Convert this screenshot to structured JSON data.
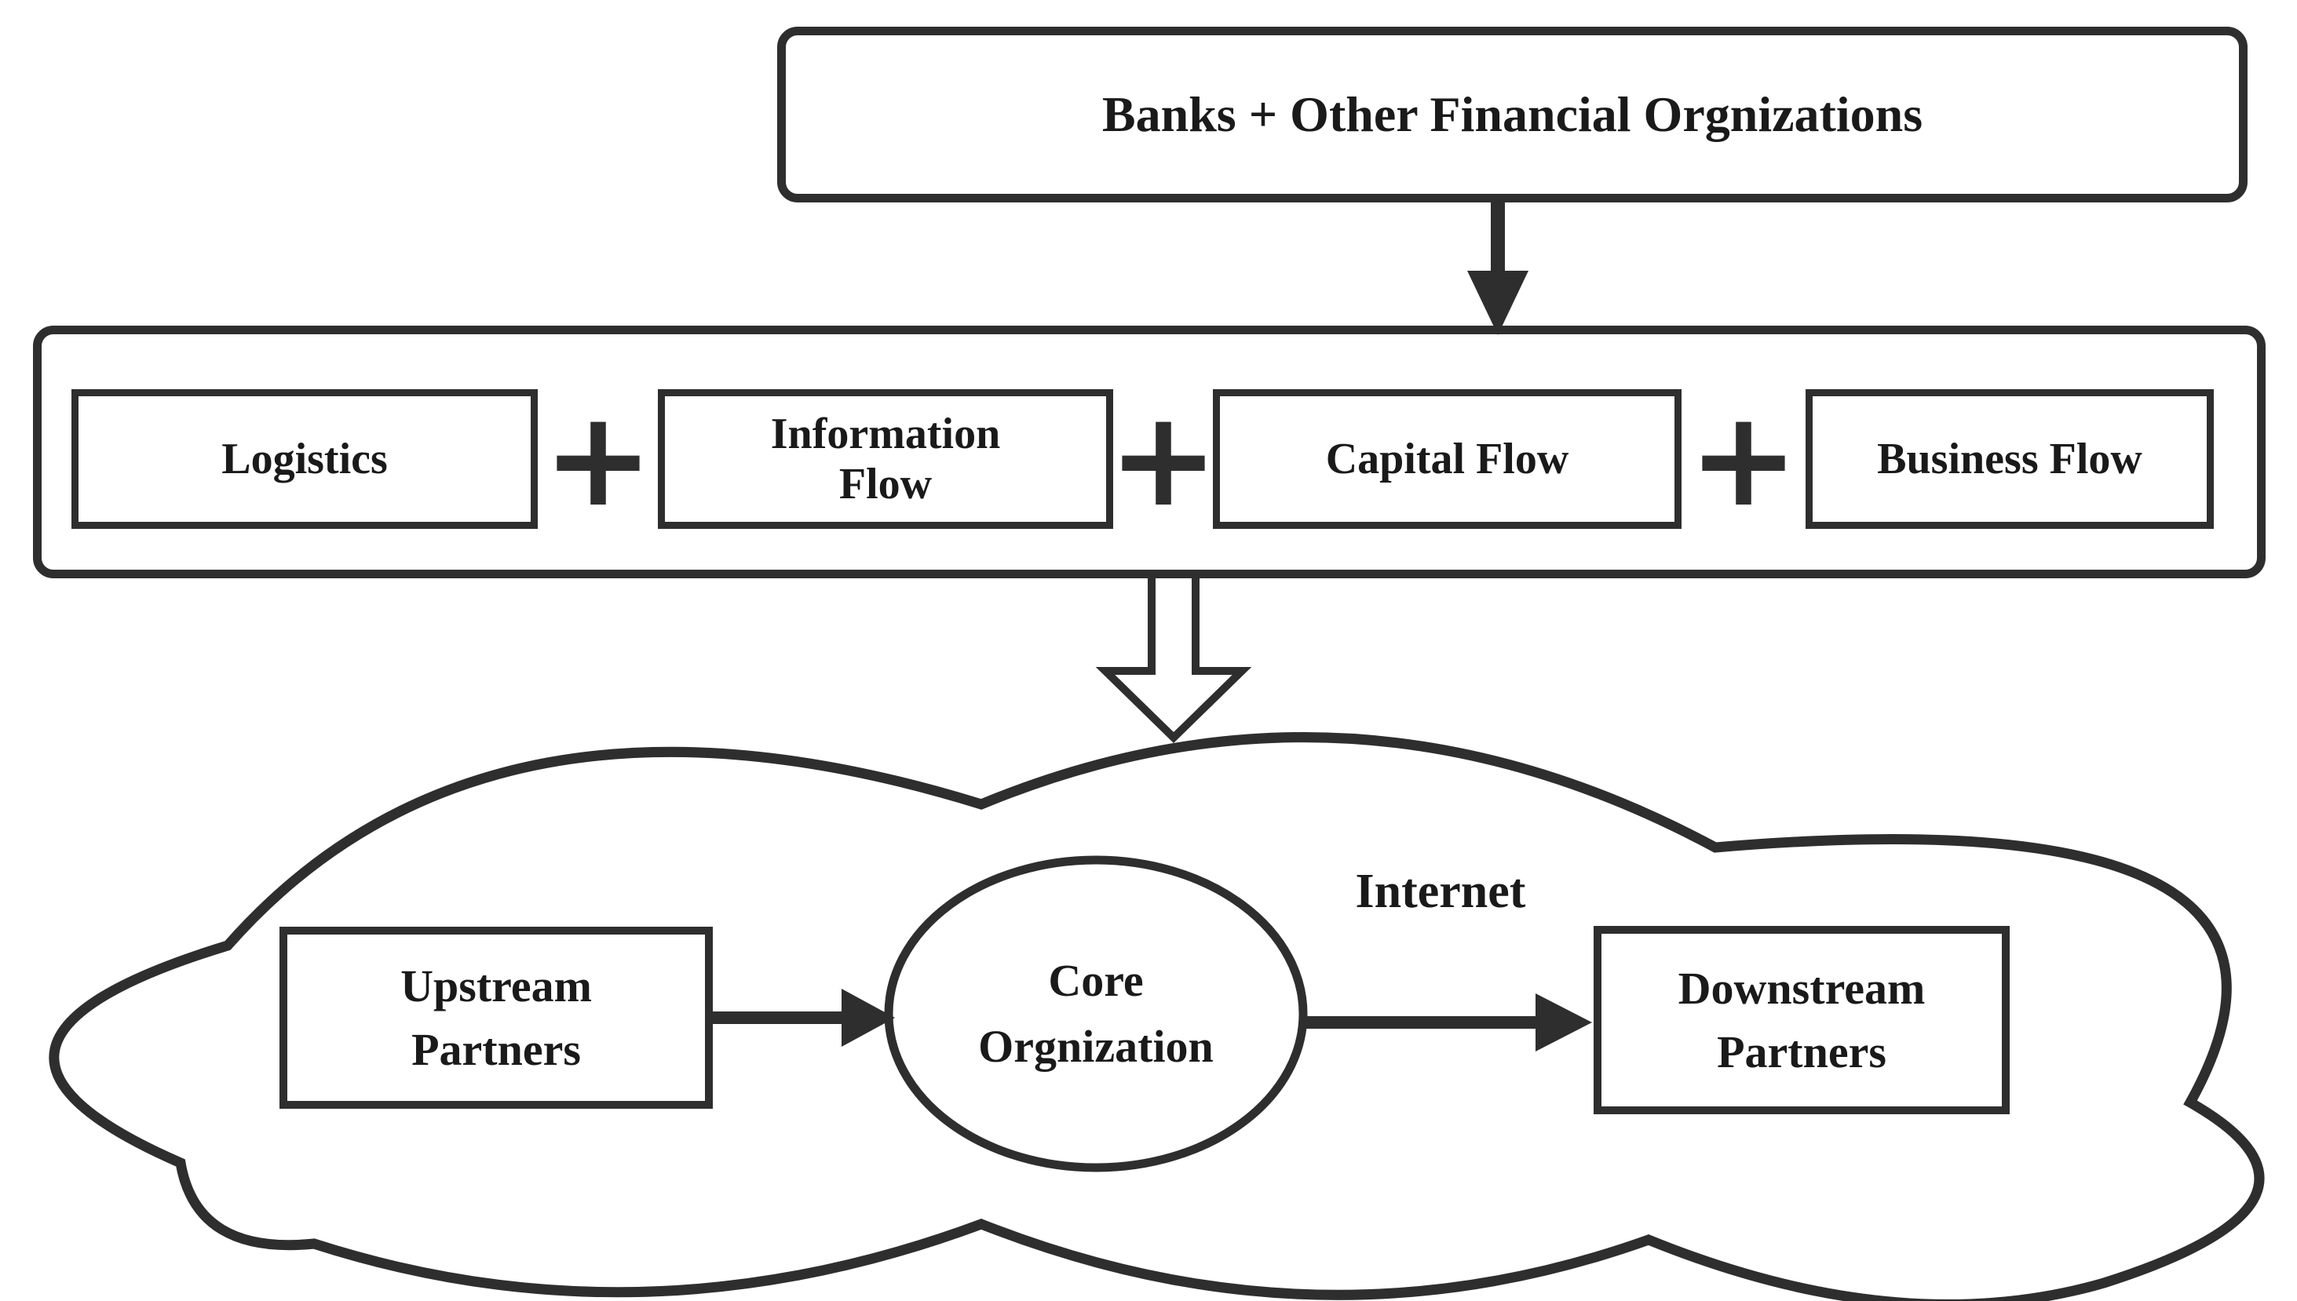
{
  "title_box": {
    "label": "Banks + Other Financial Orgnizations"
  },
  "flow_row": {
    "boxes": [
      {
        "label": "Logistics",
        "lines": [
          "Logistics"
        ]
      },
      {
        "label": "Information Flow",
        "lines": [
          "Information",
          "Flow"
        ]
      },
      {
        "label": "Capital Flow",
        "lines": [
          "Capital Flow"
        ]
      },
      {
        "label": "Business Flow",
        "lines": [
          "Business Flow"
        ]
      }
    ],
    "separators": [
      "+",
      "+",
      "+"
    ]
  },
  "cloud": {
    "label": "Internet",
    "nodes": [
      {
        "id": "upstream-partners",
        "shape": "rect",
        "label": "Upstream Partners",
        "lines": [
          "Upstream",
          "Partners"
        ]
      },
      {
        "id": "core-orgnization",
        "shape": "ellipse",
        "label": "Core Orgnization",
        "lines": [
          "Core",
          "Orgnization"
        ]
      },
      {
        "id": "downstream-partners",
        "shape": "rect",
        "label": "Downstream Partners",
        "lines": [
          "Downstream",
          "Partners"
        ]
      }
    ]
  },
  "connectors": [
    {
      "from": "banks-box",
      "to": "flow-row",
      "style": "solid-arrow-down"
    },
    {
      "from": "flow-row",
      "to": "internet-cloud",
      "style": "hollow-arrow-down"
    },
    {
      "from": "upstream-partners",
      "to": "core-orgnization",
      "style": "solid-arrow-right"
    },
    {
      "from": "core-orgnization",
      "to": "downstream-partners",
      "style": "solid-arrow-right"
    }
  ],
  "colors": {
    "line": "#2e2e2e",
    "text": "#1a1a1a",
    "background": "#ffffff"
  }
}
